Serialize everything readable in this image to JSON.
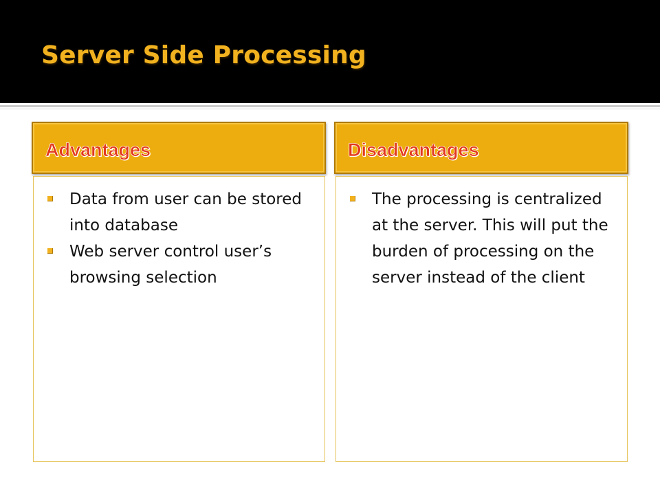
{
  "slide": {
    "title": "Server Side Processing"
  },
  "columns": {
    "left": {
      "header": "Advantages",
      "items": [
        "Data from user can be stored into database",
        "Web server control user’s browsing selection"
      ]
    },
    "right": {
      "header": "Disadvantages",
      "items": [
        "The processing is centralized at the server. This will put the burden of processing on the server instead of the client"
      ]
    }
  },
  "colors": {
    "title_bar": "#000000",
    "title_text": "#f2b21f",
    "header_fill": "#eead0e",
    "header_text": "#e3381d",
    "bullet": "#f2b21f"
  },
  "icons": {
    "bullet": "square-bullet-icon"
  }
}
